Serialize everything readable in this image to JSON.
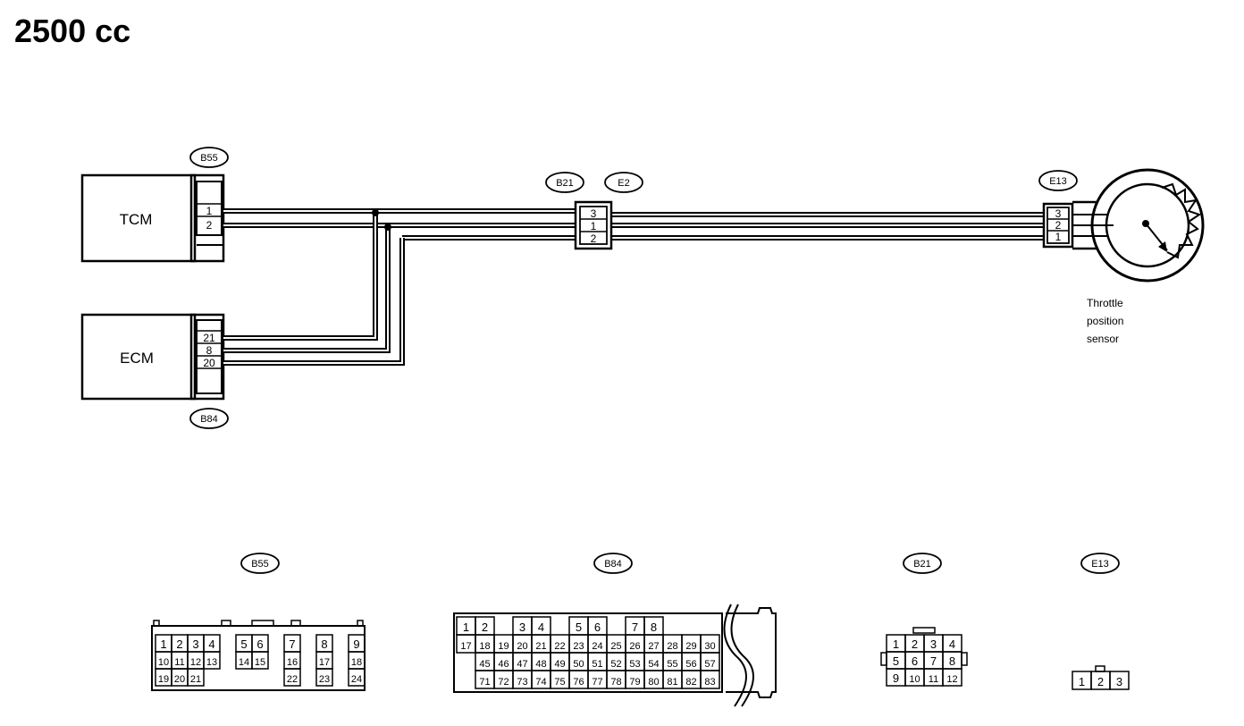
{
  "title": "2500 cc",
  "components": {
    "tcm": "TCM",
    "ecm": "ECM",
    "tps": [
      "Throttle",
      "position",
      "sensor"
    ]
  },
  "connector_tags": {
    "b55": "B55",
    "b84": "B84",
    "b21": "B21",
    "e2": "E2",
    "e13": "E13"
  },
  "pins": {
    "tcm": [
      "1",
      "2"
    ],
    "ecm": [
      "21",
      "8",
      "20"
    ],
    "b21_e2": [
      "3",
      "1",
      "2"
    ],
    "e13": [
      "3",
      "2",
      "1"
    ]
  },
  "connector_views": {
    "b55": {
      "tag": "B55",
      "rows": [
        [
          "1",
          "2",
          "3",
          "4",
          "",
          "5",
          "6",
          "",
          "7",
          "",
          "8",
          "",
          "9"
        ],
        [
          "10",
          "11",
          "12",
          "13",
          "",
          "14",
          "15",
          "",
          "16",
          "",
          "17",
          "",
          "18"
        ],
        [
          "19",
          "20",
          "21",
          "",
          "",
          "",
          "",
          "",
          "22",
          "",
          "23",
          "",
          "24"
        ]
      ]
    },
    "b84": {
      "tag": "B84",
      "rows": [
        [
          "1",
          "2",
          "",
          "3",
          "4",
          "",
          "5",
          "6",
          "",
          "7",
          "8"
        ],
        [
          "17",
          "18",
          "19",
          "20",
          "21",
          "22",
          "23",
          "24",
          "25",
          "26",
          "27",
          "28",
          "29",
          "30"
        ],
        [
          "45",
          "46",
          "47",
          "48",
          "49",
          "50",
          "51",
          "52",
          "53",
          "54",
          "55",
          "56",
          "57"
        ],
        [
          "71",
          "72",
          "73",
          "74",
          "75",
          "76",
          "77",
          "78",
          "79",
          "80",
          "81",
          "82",
          "83"
        ]
      ]
    },
    "b21": {
      "tag": "B21",
      "rows": [
        [
          "1",
          "2",
          "3",
          "4"
        ],
        [
          "5",
          "6",
          "7",
          "8"
        ],
        [
          "9",
          "10",
          "11",
          "12"
        ]
      ]
    },
    "e13": {
      "tag": "E13",
      "rows": [
        [
          "1",
          "2",
          "3"
        ]
      ]
    }
  }
}
